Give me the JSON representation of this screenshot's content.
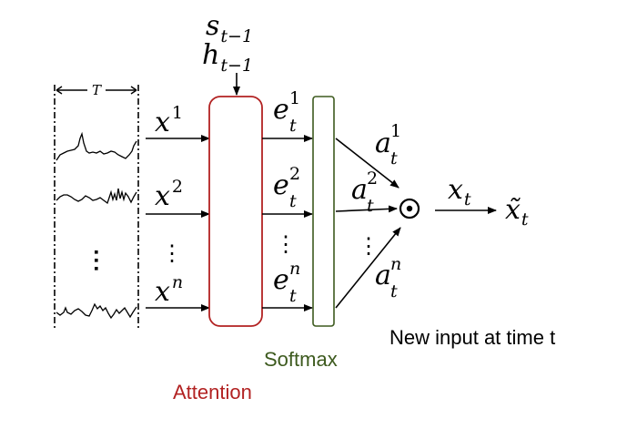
{
  "window_label": "T",
  "state": {
    "s": "s",
    "s_sub": "t−1",
    "h": "h",
    "h_sub": "t−1"
  },
  "inputs": [
    {
      "base": "x",
      "sup": "1"
    },
    {
      "base": "x",
      "sup": "2"
    },
    {
      "base": "x",
      "sup": "n"
    }
  ],
  "energies": [
    {
      "base": "e",
      "sup": "1",
      "sub": "t"
    },
    {
      "base": "e",
      "sup": "2",
      "sub": "t"
    },
    {
      "base": "e",
      "sup": "n",
      "sub": "t"
    }
  ],
  "weights": [
    {
      "base": "a",
      "sup": "1",
      "sub": "t"
    },
    {
      "base": "a",
      "sup": "2",
      "sub": "t"
    },
    {
      "base": "a",
      "sup": "n",
      "sub": "t"
    }
  ],
  "operator_symbol": "⊙",
  "output": {
    "base": "x",
    "sub": "t"
  },
  "output_tilde": {
    "base": "x̃",
    "sub": "t"
  },
  "vdots": "⋮",
  "labels": {
    "softmax": "Softmax",
    "attention": "Attention",
    "new_input": "New input at time t"
  },
  "colors": {
    "attention": "#b22222",
    "softmax": "#3d5a1e",
    "stroke": "#000000"
  }
}
